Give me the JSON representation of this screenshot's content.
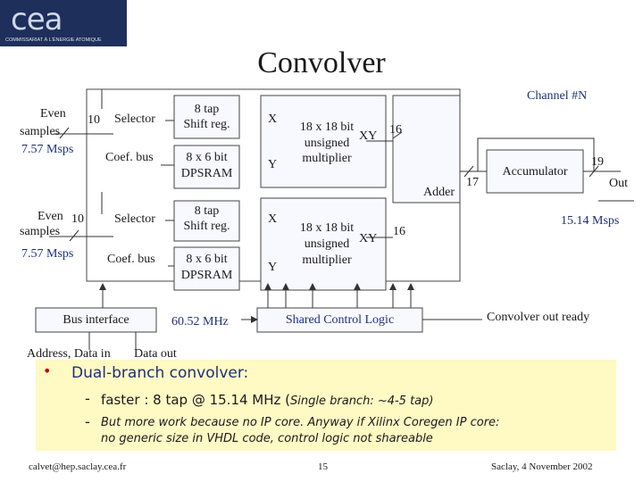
{
  "header": {
    "logo_text": "cea",
    "logo_subtitle": "COMMISSARIAT À L'ÉNERGIE ATOMIQUE",
    "title": "Convolver"
  },
  "diagram": {
    "channel_label": "Channel #N",
    "inputs": [
      {
        "line1": "Even",
        "line2": "samples",
        "rate": "7.57 Msps",
        "bus_width": "10"
      },
      {
        "line1": "Even",
        "line2": "samples",
        "rate": "7.57 Msps",
        "bus_width": "10"
      }
    ],
    "branches": [
      {
        "selector": "Selector",
        "coef_bus": "Coef. bus",
        "shift_reg_line1": "8 tap",
        "shift_reg_line2": "Shift reg.",
        "dpsram_line1": "8 x 6 bit",
        "dpsram_line2": "DPSRAM",
        "port_x": "X",
        "port_y": "Y",
        "mult_line1": "18 x 18 bit",
        "mult_line2": "unsigned",
        "mult_line3": "multiplier",
        "mult_out": "XY",
        "out_width": "16"
      },
      {
        "selector": "Selector",
        "coef_bus": "Coef. bus",
        "shift_reg_line1": "8 tap",
        "shift_reg_line2": "Shift reg.",
        "dpsram_line1": "8 x 6 bit",
        "dpsram_line2": "DPSRAM",
        "port_x": "X",
        "port_y": "Y",
        "mult_line1": "18 x 18 bit",
        "mult_line2": "unsigned",
        "mult_line3": "multiplier",
        "mult_out": "XY",
        "out_width": "16"
      }
    ],
    "adder": "Adder",
    "adder_width": "17",
    "accumulator": "Accumulator",
    "acc_width": "19",
    "out_label": "Out",
    "out_rate": "15.14 Msps",
    "bus_interface": "Bus interface",
    "clock": "60.52 MHz",
    "shared_control": "Shared Control Logic",
    "ready": "Convolver out ready",
    "address_data": "Address, Data in",
    "data_out": "Data out"
  },
  "bullets": {
    "main": "Dual-branch convolver:",
    "sub1_prefix": "faster : 8 tap @ 15.14 MHz (",
    "sub1_italic": "Single branch: ~4-5 tap)",
    "sub2_line1": "But more work because no IP core. Anyway if Xilinx Coregen IP core:",
    "sub2_line2": "no generic size in VHDL code, control logic not shareable",
    "dash": "-",
    "bullet": "•"
  },
  "footer": {
    "email": "calvet@hep.saclay.cea.fr",
    "page": "15",
    "date": "Saclay, 4 November 2002"
  },
  "colors": {
    "box_fill": "#f8f8ff",
    "box_stroke": "#444444",
    "bullet_band": "#fff9c4",
    "title_text": "#1f2f7a",
    "bullet_red": "#c00000",
    "logo_bg": "#1e2f5c"
  }
}
